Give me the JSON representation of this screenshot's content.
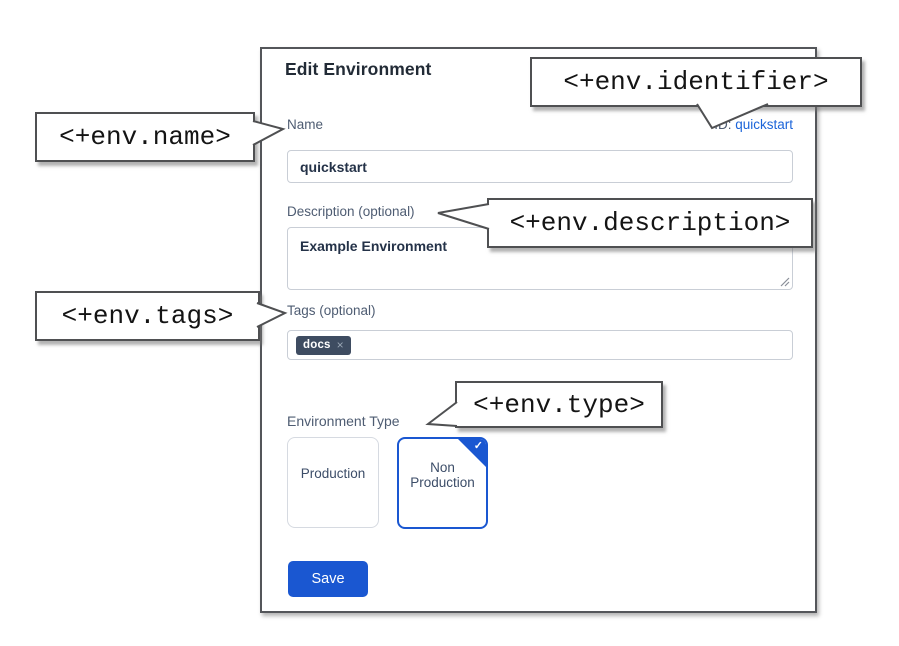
{
  "modal": {
    "title": "Edit Environment",
    "name_label": "Name",
    "id_label": "ID:",
    "id_value": "quickstart",
    "name_value": "quickstart",
    "description_label": "Description (optional)",
    "description_value": "Example Environment",
    "tags_label": "Tags (optional)",
    "tag": {
      "label": "docs",
      "remove_icon": "×"
    },
    "environment_type_label": "Environment Type",
    "type_options": [
      {
        "label": "Production",
        "selected": false
      },
      {
        "label": "Non Production",
        "selected": true
      }
    ],
    "selected_check_icon": "✓",
    "save_label": "Save"
  },
  "callouts": {
    "name": "<+env.name>",
    "identifier": "<+env.identifier>",
    "description": "<+env.description>",
    "tags": "<+env.tags>",
    "type": "<+env.type>"
  },
  "colors": {
    "primary_blue": "#1a57d1",
    "link_blue": "#1b64d9",
    "label_gray_blue": "#4e5c72",
    "chip_bg": "#3e4c61",
    "callout_border": "#4f5052",
    "modal_border": "#54565a"
  }
}
